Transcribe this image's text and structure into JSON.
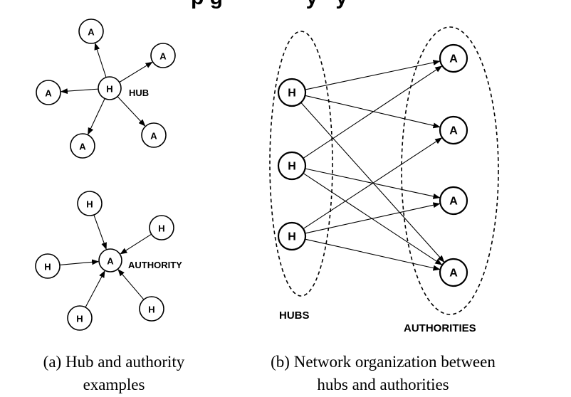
{
  "top_cut_text": "p g              y   y",
  "panel_a": {
    "hub_example": {
      "center_letter": "H",
      "spoke_letter": "A",
      "label": "HUB"
    },
    "authority_example": {
      "center_letter": "A",
      "spoke_letter": "H",
      "label": "AUTHORITY"
    },
    "caption_line1": "(a) Hub and authority",
    "caption_line2": "examples"
  },
  "panel_b": {
    "hub_letter": "H",
    "authority_letter": "A",
    "hubs_label": "HUBS",
    "authorities_label": "AUTHORITIES",
    "edges": [
      [
        0,
        0
      ],
      [
        0,
        1
      ],
      [
        0,
        3
      ],
      [
        1,
        0
      ],
      [
        1,
        2
      ],
      [
        1,
        3
      ],
      [
        2,
        1
      ],
      [
        2,
        2
      ],
      [
        2,
        3
      ]
    ],
    "caption_line1": "(b) Network organization between",
    "caption_line2": "hubs and authorities"
  },
  "colors": {
    "line": "#000000",
    "background": "#ffffff"
  }
}
